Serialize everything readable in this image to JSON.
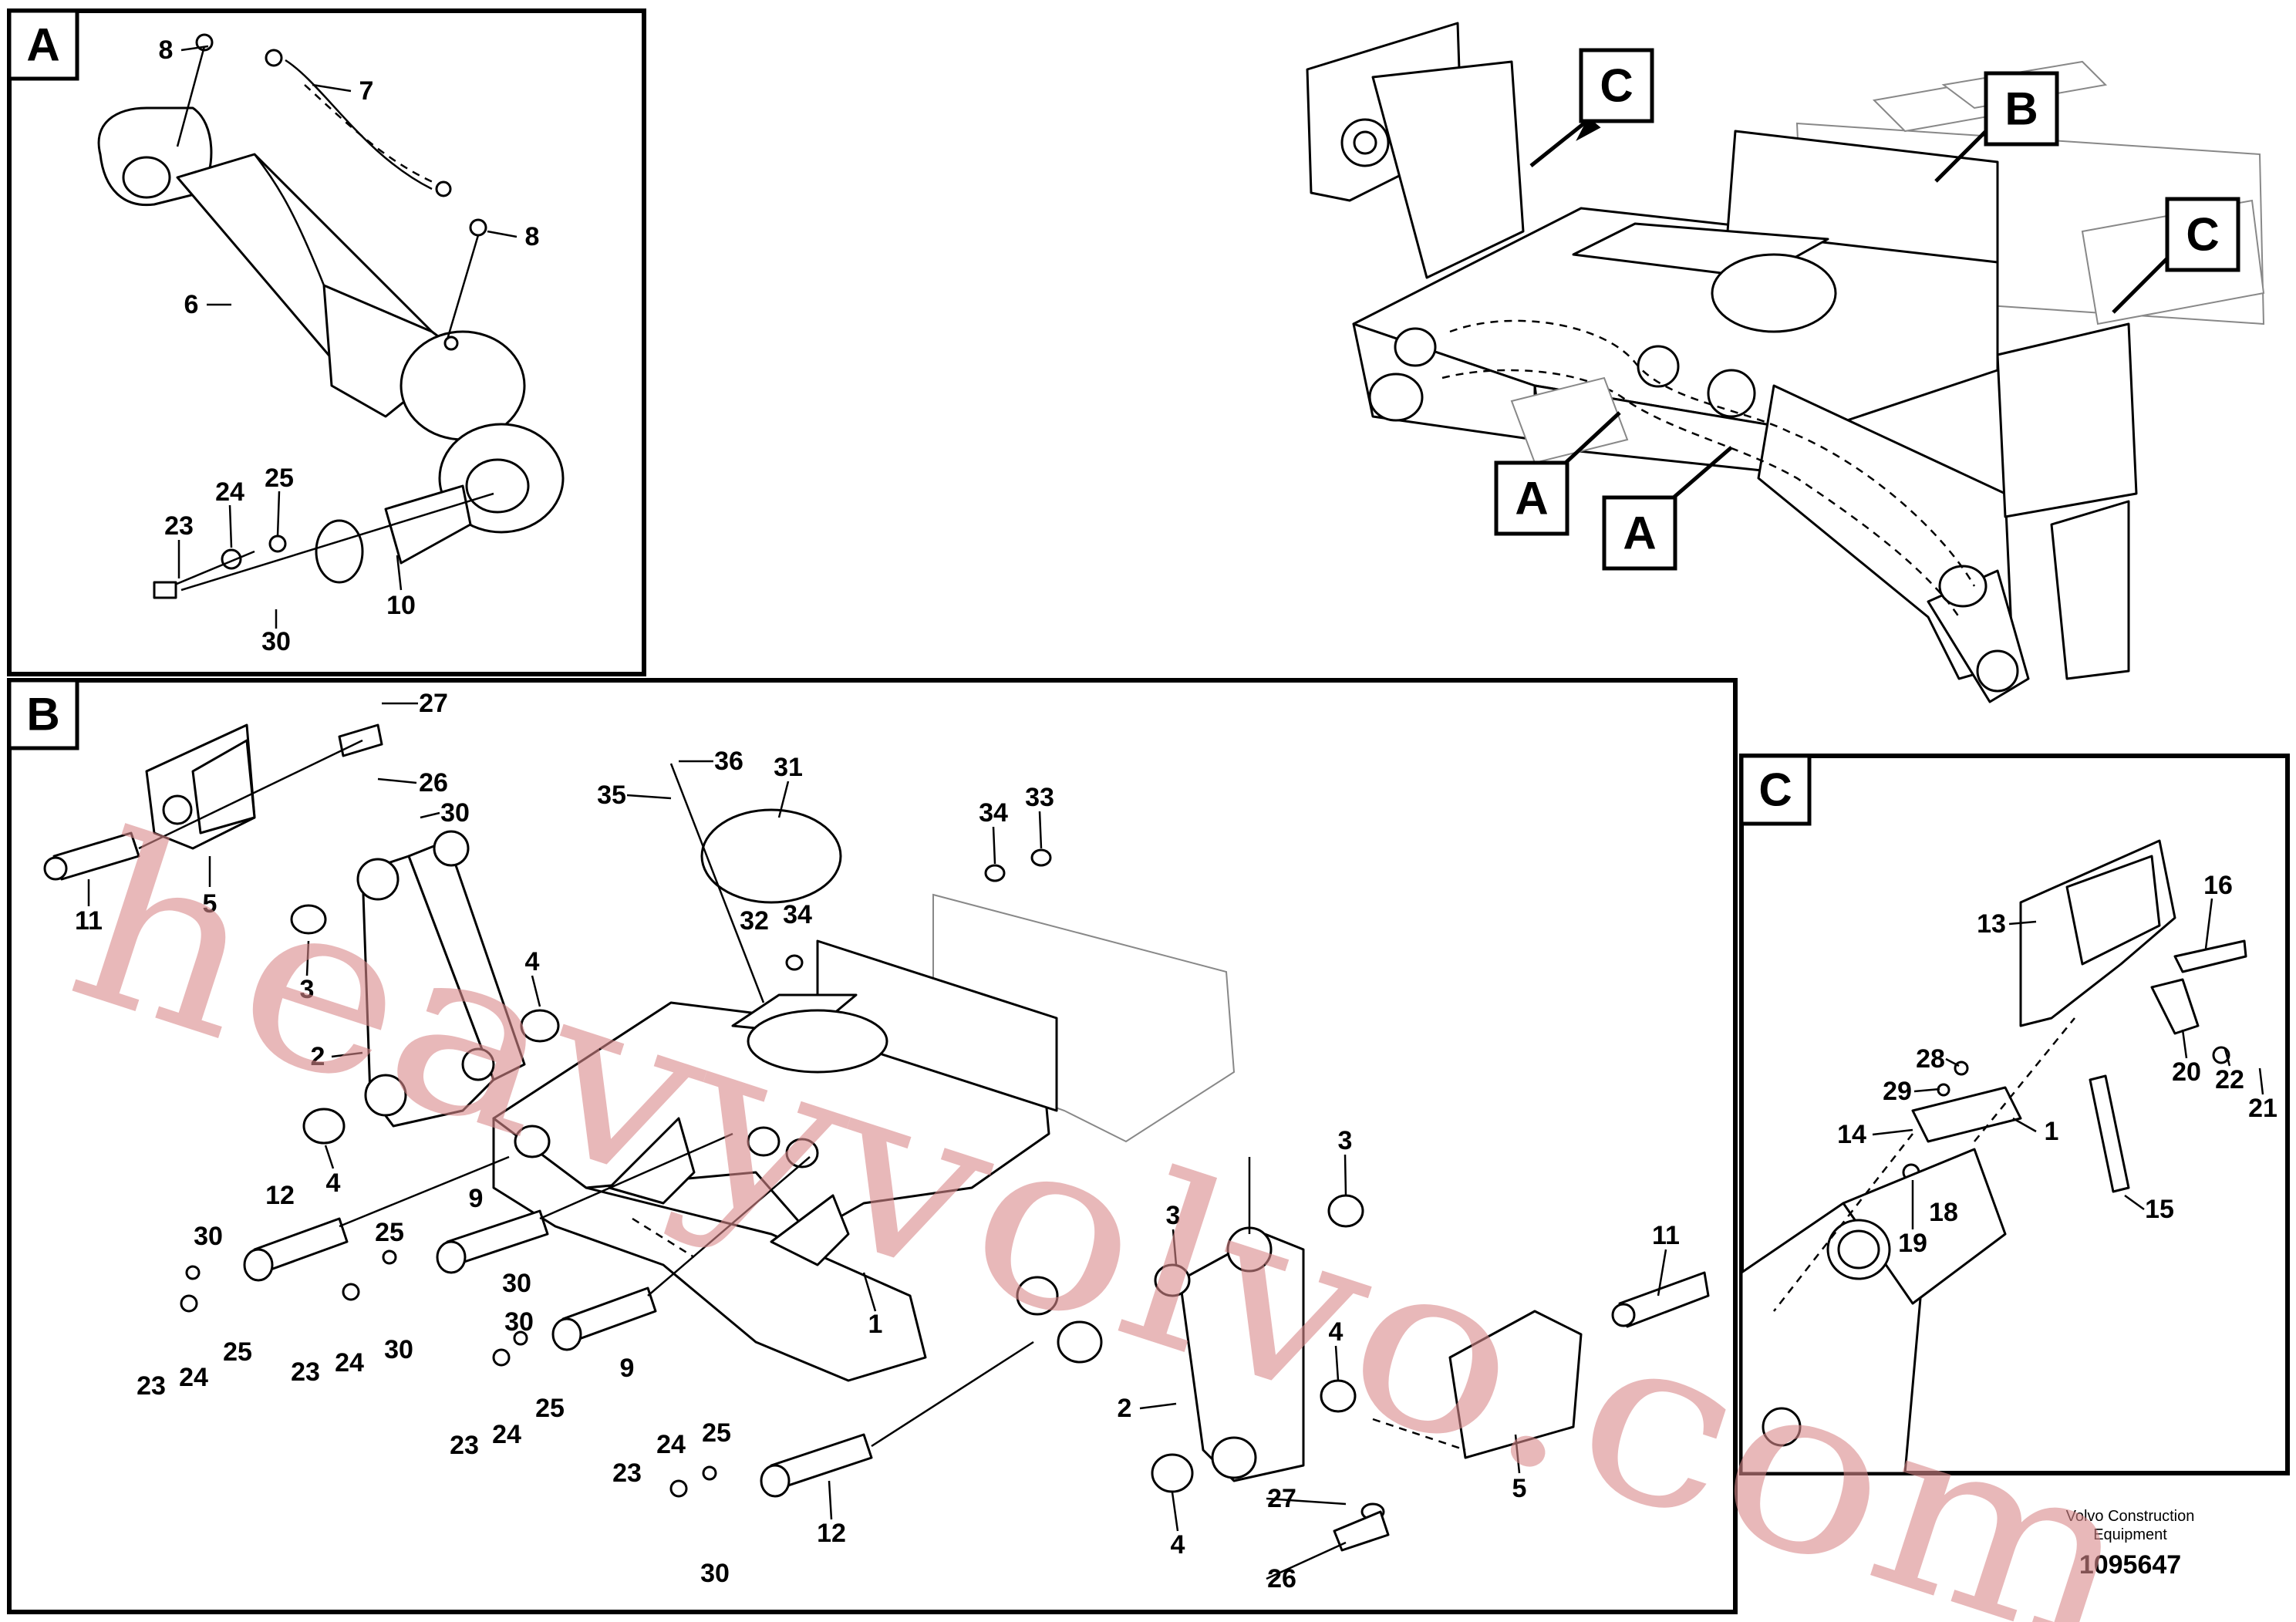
{
  "panels": {
    "A": "A",
    "B": "B",
    "C": "C"
  },
  "callouts": {
    "top_c_left": "C",
    "top_b": "B",
    "top_c_right": "C",
    "bottom_a_left": "A",
    "bottom_a_right": "A"
  },
  "panel_a_labels": [
    "8",
    "7",
    "8",
    "6",
    "23",
    "24",
    "25",
    "10",
    "30"
  ],
  "panel_b_labels": [
    "27",
    "26",
    "30",
    "11",
    "5",
    "3",
    "2",
    "4",
    "4",
    "36",
    "35",
    "31",
    "34",
    "33",
    "32",
    "34",
    "12",
    "30",
    "25",
    "9",
    "30",
    "25",
    "24",
    "23",
    "23",
    "24",
    "30",
    "9",
    "23",
    "24",
    "25",
    "30",
    "1",
    "3",
    "3",
    "4",
    "2",
    "11",
    "5",
    "24",
    "25",
    "23",
    "12",
    "30",
    "27",
    "26",
    "4"
  ],
  "panel_c_labels": [
    "13",
    "16",
    "20",
    "22",
    "21",
    "28",
    "29",
    "14",
    "1",
    "18",
    "19",
    "15"
  ],
  "footer": {
    "company_line1": "Volvo Construction",
    "company_line2": "Equipment",
    "drawing_number": "1095647"
  },
  "watermark": "heavyvolvo.com"
}
